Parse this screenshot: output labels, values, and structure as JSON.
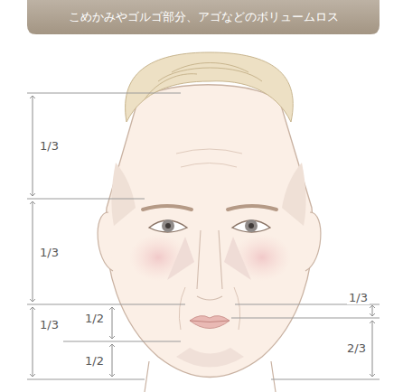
{
  "diagram": {
    "title": "こめかみやゴルゴ部分、アゴなどのボリュームロス",
    "labels": [
      "1/3",
      "1/3",
      "1/3",
      "1/2",
      "1/2",
      "1/3",
      "2/3"
    ]
  }
}
